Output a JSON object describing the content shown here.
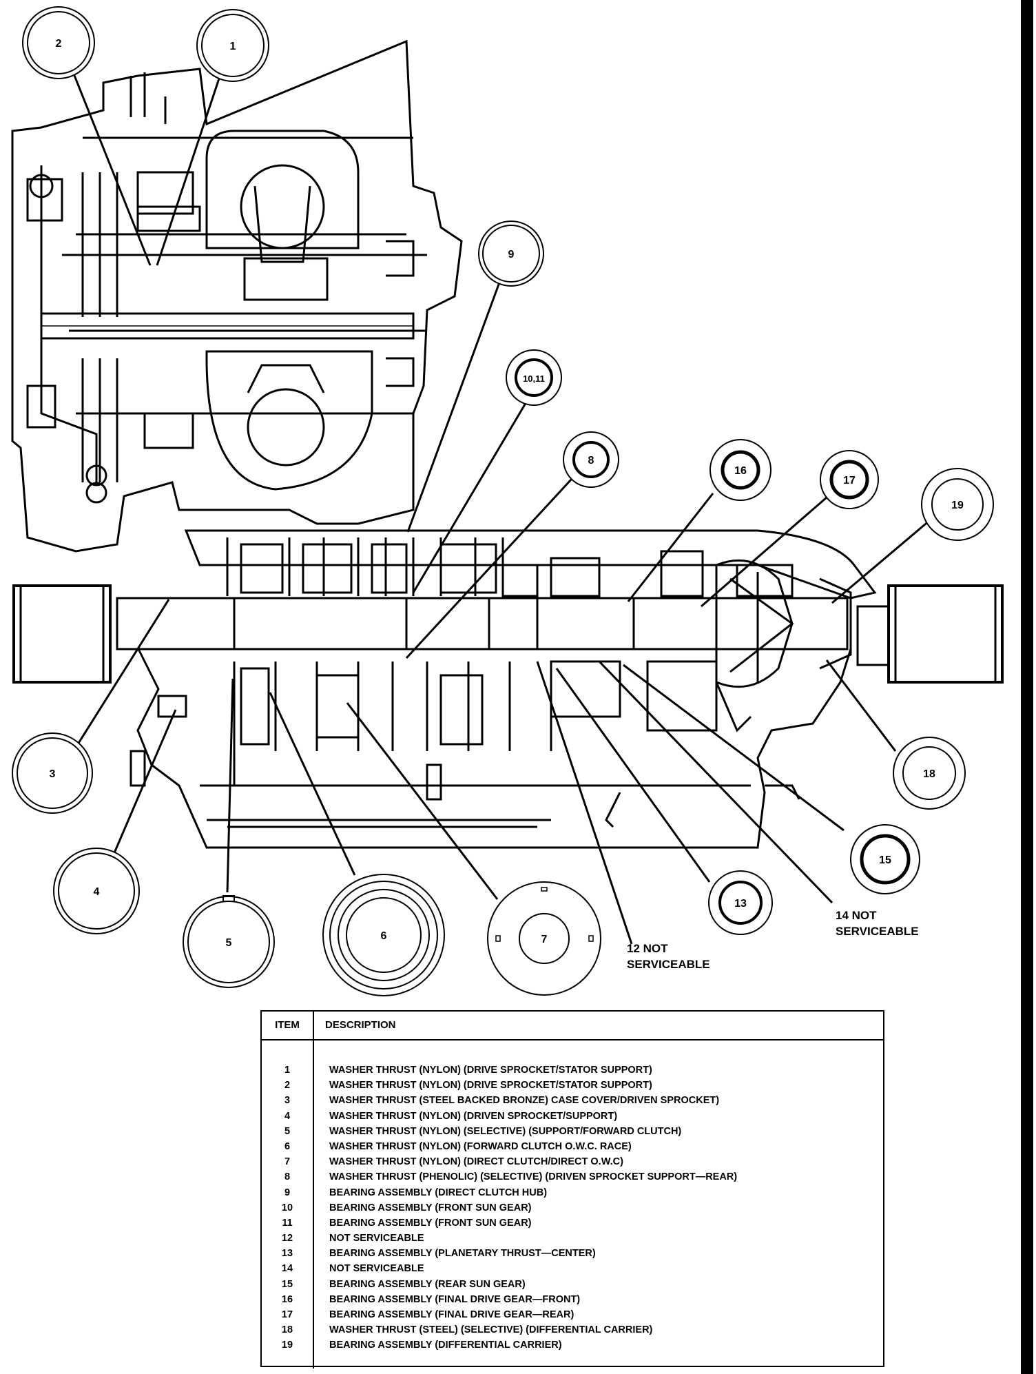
{
  "callouts": [
    {
      "id": "c1",
      "label": "1"
    },
    {
      "id": "c2",
      "label": "2"
    },
    {
      "id": "c3",
      "label": "3"
    },
    {
      "id": "c4",
      "label": "4"
    },
    {
      "id": "c5",
      "label": "5"
    },
    {
      "id": "c6",
      "label": "6"
    },
    {
      "id": "c7",
      "label": "7"
    },
    {
      "id": "c8",
      "label": "8"
    },
    {
      "id": "c9",
      "label": "9"
    },
    {
      "id": "c10",
      "label": "10,11"
    },
    {
      "id": "c13",
      "label": "13"
    },
    {
      "id": "c15",
      "label": "15"
    },
    {
      "id": "c16",
      "label": "16"
    },
    {
      "id": "c17",
      "label": "17"
    },
    {
      "id": "c18",
      "label": "18"
    },
    {
      "id": "c19",
      "label": "19"
    }
  ],
  "notes": {
    "note12_line1": "12 NOT",
    "note12_line2": "SERVICEABLE",
    "note14_line1": "14 NOT",
    "note14_line2": "SERVICEABLE"
  },
  "table": {
    "header_item": "ITEM",
    "header_desc": "DESCRIPTION",
    "rows": [
      {
        "item": "1",
        "desc": "WASHER THRUST (NYLON) (DRIVE SPROCKET/STATOR SUPPORT)"
      },
      {
        "item": "2",
        "desc": "WASHER THRUST (NYLON) (DRIVE SPROCKET/STATOR SUPPORT)"
      },
      {
        "item": "3",
        "desc": "WASHER THRUST (STEEL BACKED BRONZE) CASE COVER/DRIVEN SPROCKET)"
      },
      {
        "item": "4",
        "desc": "WASHER THRUST (NYLON) (DRIVEN SPROCKET/SUPPORT)"
      },
      {
        "item": "5",
        "desc": "WASHER THRUST (NYLON) (SELECTIVE) (SUPPORT/FORWARD CLUTCH)"
      },
      {
        "item": "6",
        "desc": "WASHER THRUST (NYLON) (FORWARD CLUTCH O.W.C. RACE)"
      },
      {
        "item": "7",
        "desc": "WASHER THRUST (NYLON) (DIRECT CLUTCH/DIRECT O.W.C)"
      },
      {
        "item": "8",
        "desc": "WASHER THRUST (PHENOLIC) (SELECTIVE) (DRIVEN SPROCKET SUPPORT—REAR)"
      },
      {
        "item": "9",
        "desc": "BEARING ASSEMBLY (DIRECT CLUTCH HUB)"
      },
      {
        "item": "10",
        "desc": "BEARING ASSEMBLY (FRONT SUN GEAR)"
      },
      {
        "item": "11",
        "desc": "BEARING ASSEMBLY (FRONT SUN GEAR)"
      },
      {
        "item": "12",
        "desc": "NOT SERVICEABLE"
      },
      {
        "item": "13",
        "desc": "BEARING ASSEMBLY (PLANETARY THRUST—CENTER)"
      },
      {
        "item": "14",
        "desc": "NOT SERVICEABLE"
      },
      {
        "item": "15",
        "desc": "BEARING ASSEMBLY (REAR SUN GEAR)"
      },
      {
        "item": "16",
        "desc": "BEARING ASSEMBLY (FINAL DRIVE GEAR—FRONT)"
      },
      {
        "item": "17",
        "desc": "BEARING ASSEMBLY (FINAL DRIVE GEAR—REAR)"
      },
      {
        "item": "18",
        "desc": "WASHER THRUST (STEEL) (SELECTIVE) (DIFFERENTIAL CARRIER)"
      },
      {
        "item": "19",
        "desc": "BEARING ASSEMBLY (DIFFERENTIAL CARRIER)"
      }
    ]
  }
}
